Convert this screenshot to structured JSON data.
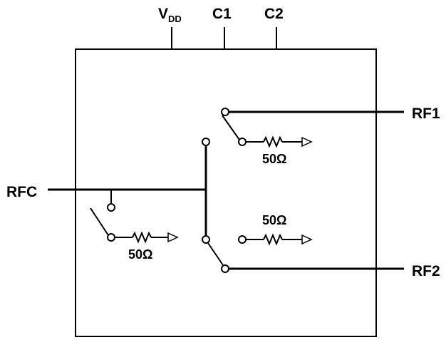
{
  "pins": {
    "vdd_main": "V",
    "vdd_sub": "DD",
    "c1": "C1",
    "c2": "C2",
    "rfc": "RFC",
    "rf1": "RF1",
    "rf2": "RF2"
  },
  "terminations": {
    "rf1_load": "50Ω",
    "rf2_load": "50Ω",
    "rfc_load": "50Ω"
  }
}
